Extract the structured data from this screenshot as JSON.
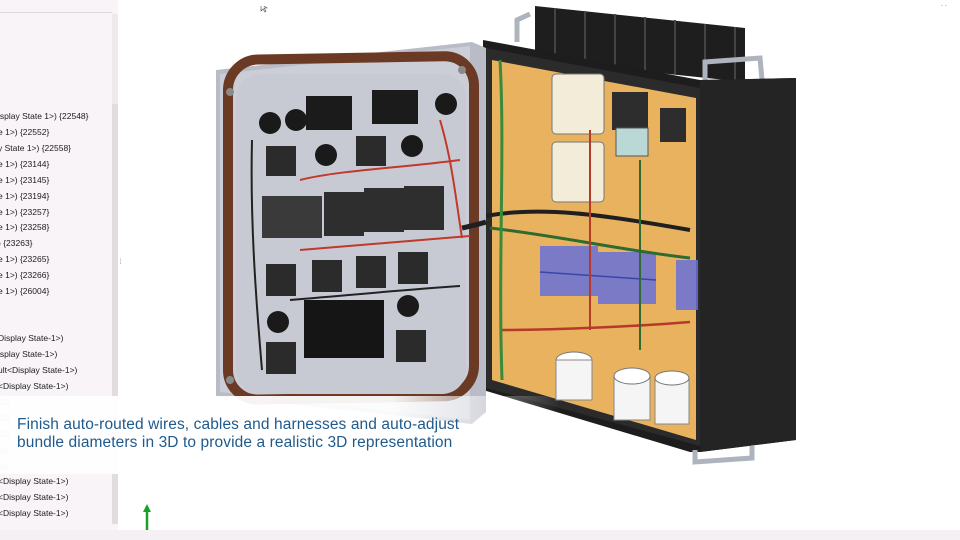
{
  "feature_tree": {
    "items": [
      "isplay State 1>) {22548}",
      "e 1>) {22552}",
      "y State 1>) {22558}",
      "e 1>) {23144}",
      "e 1>) {23145}",
      "e 1>) {23194}",
      "e 1>) {23257}",
      "e 1>) {23258}",
      ") {23263}",
      "e 1>) {23265}",
      "e 1>) {23266}",
      "e 1>) {26004}",
      "Display State-1>)",
      "isplay State-1>)",
      "ult<Display State-1>)",
      "<Display State-1>)",
      "<D",
      "<D",
      "<D",
      "isp",
      "isp",
      "<Display State-1>)",
      "<Display State-1>)",
      "<Display State-1>)"
    ]
  },
  "caption": {
    "line1": "Finish auto-routed wires, cables and harnesses and auto-adjust",
    "line2": "bundle diameters in 3D to provide a realistic 3D representation"
  },
  "window_controls": {
    "minimize": "–",
    "restore": "▫",
    "close": "✕"
  },
  "splitter_grip": "⁞",
  "colors": {
    "caption_text": "#1f5a8c",
    "enclosure_door": "#c9cbd4",
    "gasket": "#6a3b26",
    "backplate": "#e9b963",
    "enclosure_shell": "#222222",
    "triad_axis": "#1aa02a"
  }
}
